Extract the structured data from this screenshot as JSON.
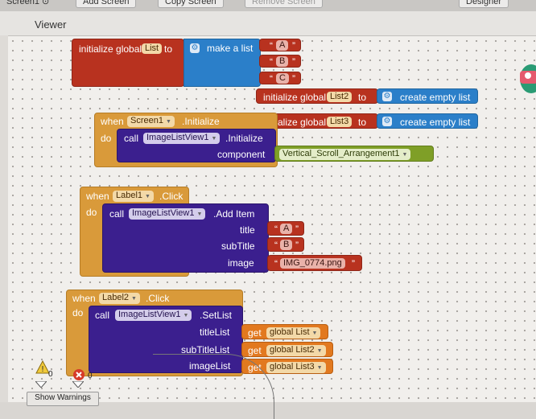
{
  "topbar": {
    "screen_label": "Screen1",
    "add_screen": "Add Screen",
    "copy_screen": "Copy Screen",
    "remove_screen": "Remove Screen",
    "designer": "Designer"
  },
  "viewer": {
    "title": "Viewer"
  },
  "blocks": {
    "init_list": {
      "prefix": "initialize global",
      "name": "List",
      "to": "to",
      "make_list": "make a list",
      "items": [
        "A",
        "B",
        "C"
      ]
    },
    "init_list2": {
      "prefix": "initialize global",
      "name": "List2",
      "to": "to",
      "value": "create empty list"
    },
    "init_list3": {
      "prefix": "initialize global",
      "name": "List3",
      "to": "to",
      "value": "create empty list"
    },
    "screen_init": {
      "when": "when",
      "component": "Screen1",
      "event": ".Initialize",
      "do": "do",
      "call": "call",
      "target": "ImageListView1",
      "method": ".Initialize",
      "param_label": "component",
      "param_value": "Vertical_Scroll_Arrangement1"
    },
    "label1_click": {
      "when": "when",
      "component": "Label1",
      "event": ".Click",
      "do": "do",
      "call": "call",
      "target": "ImageListView1",
      "method": ".Add Item",
      "params": [
        {
          "label": "title",
          "value": "A"
        },
        {
          "label": "subTitle",
          "value": "B"
        },
        {
          "label": "image",
          "value": "IMG_0774.png"
        }
      ]
    },
    "label2_click": {
      "when": "when",
      "component": "Label2",
      "event": ".Click",
      "do": "do",
      "call": "call",
      "target": "ImageListView1",
      "method": ".SetList",
      "params": [
        {
          "label": "titleList",
          "get": "get",
          "value": "global List"
        },
        {
          "label": "subTitleList",
          "get": "get",
          "value": "global List2"
        },
        {
          "label": "imageList",
          "get": "get",
          "value": "global List3"
        }
      ]
    }
  },
  "warnings": {
    "warning_count": "0",
    "error_count": "0",
    "show_warnings": "Show Warnings"
  },
  "quote_char": "“",
  "quote_close": "”"
}
